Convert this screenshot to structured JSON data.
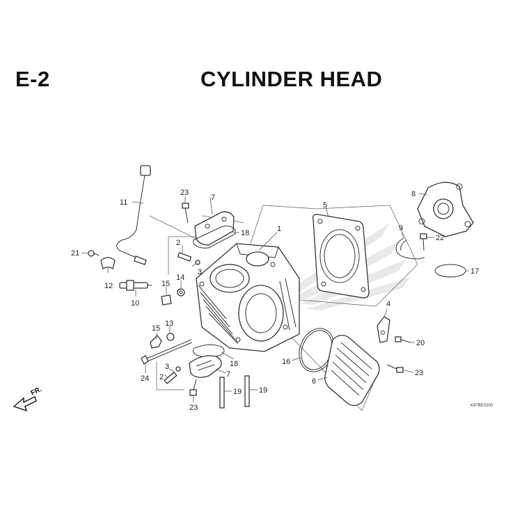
{
  "header": {
    "section_code": "E-2",
    "title": "CYLINDER HEAD"
  },
  "direction_label": "FR.",
  "reference_code": "K47BE0200",
  "callouts": {
    "c1": "1",
    "c2a": "2",
    "c2b": "2",
    "c3a": "3",
    "c3b": "3",
    "c4": "4",
    "c5": "5",
    "c6": "6",
    "c7a": "7",
    "c7b": "7",
    "c8": "8",
    "c9": "9",
    "c10": "10",
    "c11": "11",
    "c12": "12",
    "c13": "13",
    "c14": "14",
    "c15a": "15",
    "c15b": "15",
    "c16": "16",
    "c17": "17",
    "c18a": "18",
    "c18b": "18",
    "c19a": "19",
    "c19b": "19",
    "c20": "20",
    "c21": "21",
    "c22": "22",
    "c23a": "23",
    "c23b": "23",
    "c23c": "23",
    "c24": "24"
  }
}
